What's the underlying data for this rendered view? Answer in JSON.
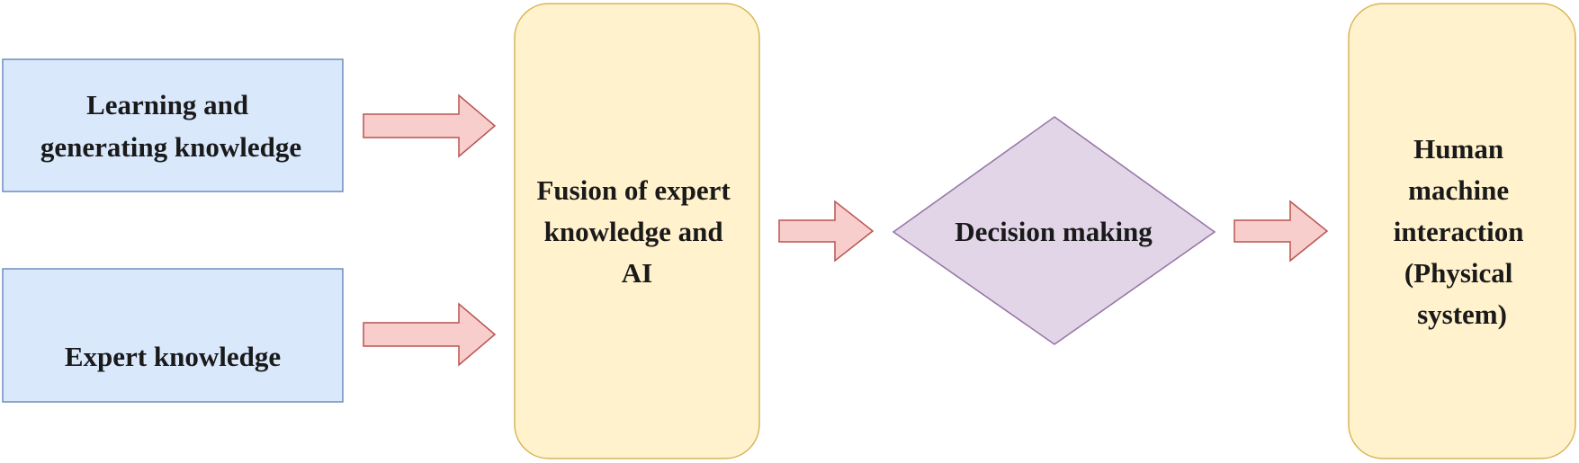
{
  "nodes": {
    "learning": {
      "lines": [
        "Learning and",
        "generating knowledge"
      ],
      "fill": "#dae8fc",
      "stroke": "#6c8ebf"
    },
    "expert": {
      "lines": [
        "Expert knowledge"
      ],
      "fill": "#dae8fc",
      "stroke": "#6c8ebf"
    },
    "fusion": {
      "lines": [
        "Fusion of expert",
        "knowledge and",
        "AI"
      ],
      "fill": "#fff2cc",
      "stroke": "#d6b656"
    },
    "decision": {
      "lines": [
        "Decision making"
      ],
      "fill": "#e1d5e7",
      "stroke": "#9673a6"
    },
    "hmi": {
      "lines": [
        "Human",
        "machine",
        "interaction",
        "(Physical",
        "system)"
      ],
      "fill": "#fff2cc",
      "stroke": "#d6b656"
    }
  },
  "arrows": {
    "fill": "#f8cecc",
    "stroke": "#b85450"
  }
}
